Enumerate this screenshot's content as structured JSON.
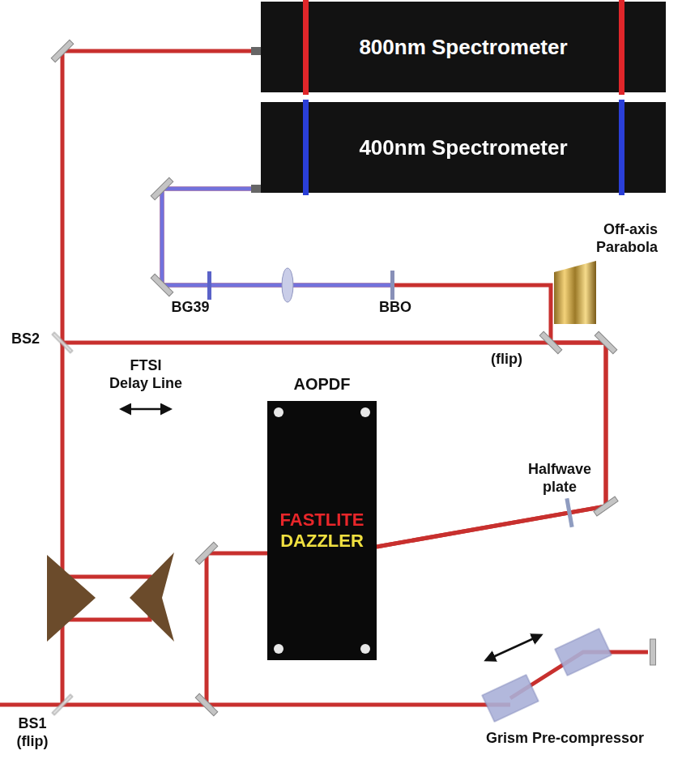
{
  "diagram": {
    "nodes": [
      {
        "text": [
          "800nm Spectrometer"
        ]
      },
      {
        "text": [
          "400nm Spectrometer"
        ]
      },
      {
        "text": [
          "AOPDF",
          "FASTLITE",
          "DAZZLER"
        ]
      }
    ],
    "edges": [
      {
        "from": 2,
        "to": 1,
        "arrow": "none"
      },
      {
        "from": 2,
        "to": 0,
        "arrow": "none"
      }
    ],
    "labels": [
      "Off-axis Parabola",
      "BG39",
      "BBO",
      "(flip)",
      "BS2",
      "FTSI Delay Line",
      "Halfwave plate",
      "BS1 (flip)",
      "Grism Pre-compressor"
    ]
  }
}
